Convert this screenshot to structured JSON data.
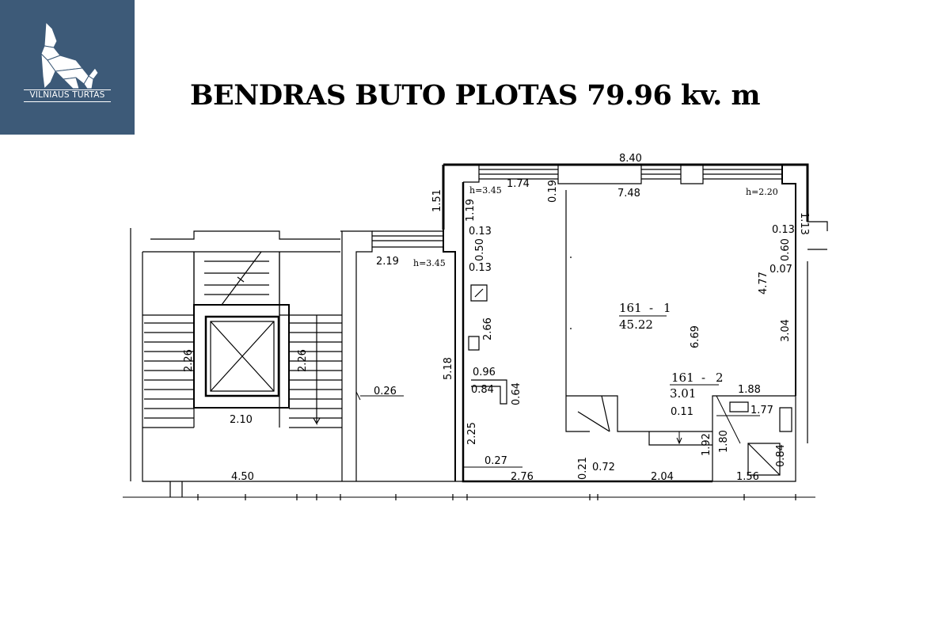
{
  "brand": {
    "name": "VILNIAUS TURTAS",
    "color": "#3d5a78"
  },
  "title": "BENDRAS BUTO PLOTAS 79.96 kv. m",
  "plan": {
    "rooms": [
      {
        "number": "161",
        "sep": "-",
        "index": "1",
        "area": "45.22"
      },
      {
        "number": "161",
        "sep": "-",
        "index": "2",
        "area": "3.01"
      }
    ],
    "heights": [
      "h=3.45",
      "h=3.45",
      "h=2.20"
    ],
    "dimensions": {
      "d840": "8.40",
      "d748": "7.48",
      "d174": "1.74",
      "d019": "0.19",
      "d151": "1.51",
      "d119": "1.19",
      "d013a": "0.13",
      "d050": "0.50",
      "d013b": "0.13",
      "d113": "1.13",
      "d013c": "0.13",
      "d060": "0.60",
      "d007": "0.07",
      "d477": "4.77",
      "d304": "3.04",
      "d669": "6.69",
      "d219": "2.19",
      "d518": "5.18",
      "d266": "2.66",
      "d096": "0.96",
      "d084": "0.84",
      "d064": "0.64",
      "d225": "2.25",
      "d027": "0.27",
      "d276": "2.76",
      "d021": "0.21",
      "d072": "0.72",
      "d204": "2.04",
      "d188": "1.88",
      "d177": "1.77",
      "d011": "0.11",
      "d192": "1.92",
      "d180": "1.80",
      "d084b": "0.84",
      "d156": "1.56",
      "d026": "0.26",
      "d226a": "2.26",
      "d226b": "2.26",
      "d210": "2.10",
      "d450": "4.50"
    }
  }
}
